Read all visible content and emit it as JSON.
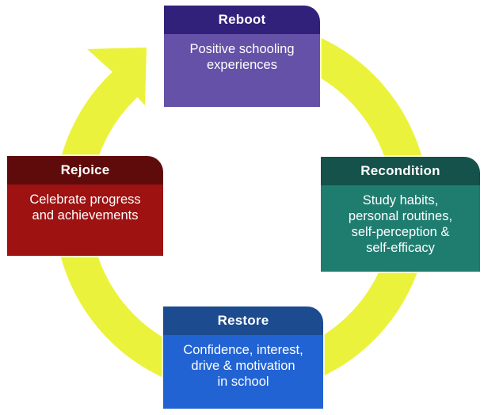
{
  "diagram": {
    "type": "cycle",
    "direction": "clockwise",
    "arrow_color": "#ebf23c",
    "stages": [
      {
        "title": "Reboot",
        "description": "Positive schooling\nexperiences",
        "header_color": "#32217a",
        "body_color": "#6551a7"
      },
      {
        "title": "Recondition",
        "description": "Study habits,\npersonal routines,\nself-perception &\nself-efficacy",
        "header_color": "#14524b",
        "body_color": "#1f7d70"
      },
      {
        "title": "Restore",
        "description": "Confidence, interest,\ndrive & motivation\nin school",
        "header_color": "#1d4b8f",
        "body_color": "#2263d3"
      },
      {
        "title": "Rejoice",
        "description": "Celebrate progress\nand achievements",
        "header_color": "#600b0b",
        "body_color": "#9e1212"
      }
    ]
  }
}
